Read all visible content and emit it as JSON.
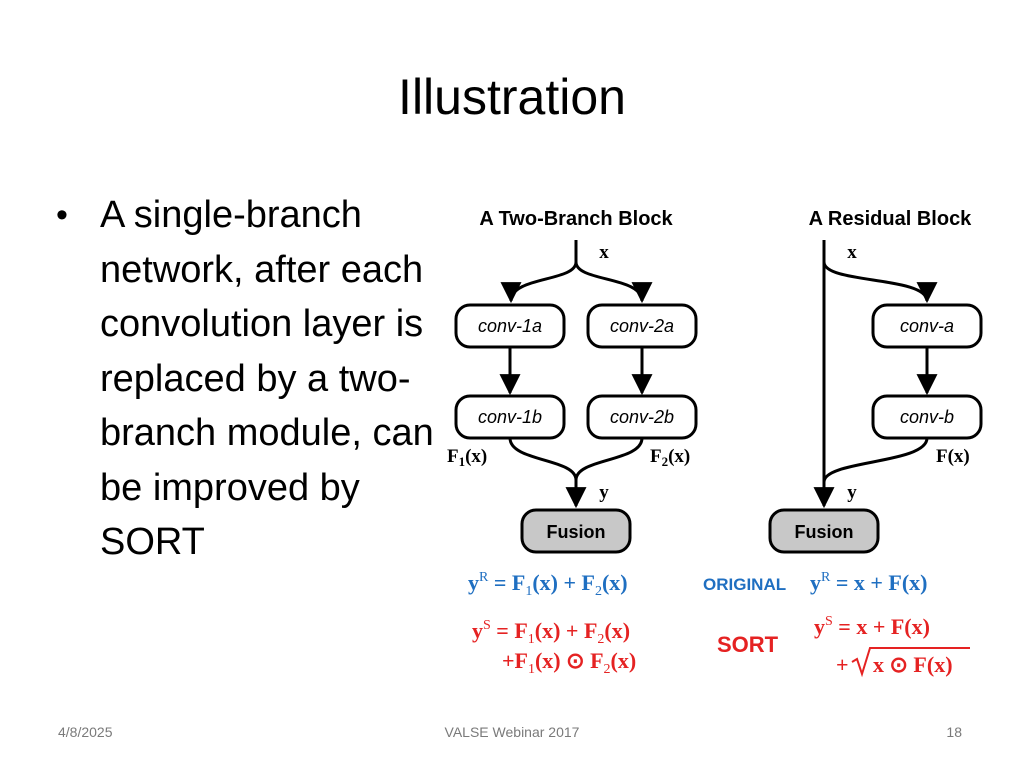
{
  "slide": {
    "title": "Illustration",
    "bullet": "A single-branch network, after each convolution layer is replaced by a two-branch module, can be improved by SORT"
  },
  "two_branch": {
    "title": "A Two-Branch Block",
    "input": "x",
    "conv_1a": "conv-1a",
    "conv_2a": "conv-2a",
    "conv_1b": "conv-1b",
    "conv_2b": "conv-2b",
    "f1_main": "F",
    "f1_sub": "1",
    "f1_arg": "(x)",
    "f2_main": "F",
    "f2_sub": "2",
    "f2_arg": "(x)",
    "output": "y",
    "fusion": "Fusion"
  },
  "residual": {
    "title": "A Residual Block",
    "input": "x",
    "conv_a": "conv-a",
    "conv_b": "conv-b",
    "f_label": "F(x)",
    "output": "y",
    "fusion": "Fusion"
  },
  "equations": {
    "original_label": "ORIGINAL",
    "sort_label": "SORT",
    "orig_two_branch": {
      "y": "y",
      "sup": "R",
      "rhs_a": " = F",
      "sub1": "1",
      "rhs_b": "(x) + F",
      "sub2": "2",
      "rhs_c": "(x)"
    },
    "orig_residual": {
      "y": "y",
      "sup": "R",
      "rhs": " = x + F(x)"
    },
    "sort_two_branch": {
      "y": "y",
      "sup": "S",
      "l1_a": " = F",
      "l1_sub1": "1",
      "l1_b": "(x) + F",
      "l1_sub2": "2",
      "l1_c": "(x)",
      "l2_a": "+F",
      "l2_sub1": "1",
      "l2_b": "(x) ⊙ F",
      "l2_sub2": "2",
      "l2_c": "(x)"
    },
    "sort_residual": {
      "y": "y",
      "sup": "S",
      "l1_rhs": " = x + F(x)",
      "l2_plus": "+",
      "l2_sqrt_body": "x ⊙ F(x)"
    }
  },
  "colors": {
    "original": "#1f6fc1",
    "sort": "#e52222",
    "fusion_fill": "#c8c8c8",
    "footer": "#7a7a7a"
  },
  "footer": {
    "date": "4/8/2025",
    "center": "VALSE Webinar 2017",
    "page": "18"
  }
}
